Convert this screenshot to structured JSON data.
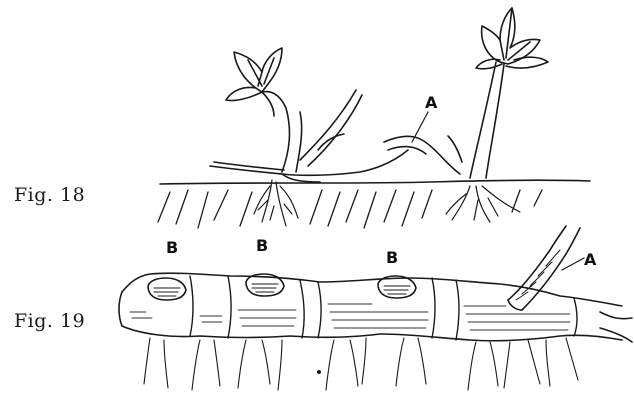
{
  "figures": [
    {
      "label": "Fig. 18",
      "callouts": [
        "A"
      ]
    },
    {
      "label": "Fig. 19",
      "callouts": [
        "B",
        "B",
        "B",
        "A"
      ]
    }
  ]
}
